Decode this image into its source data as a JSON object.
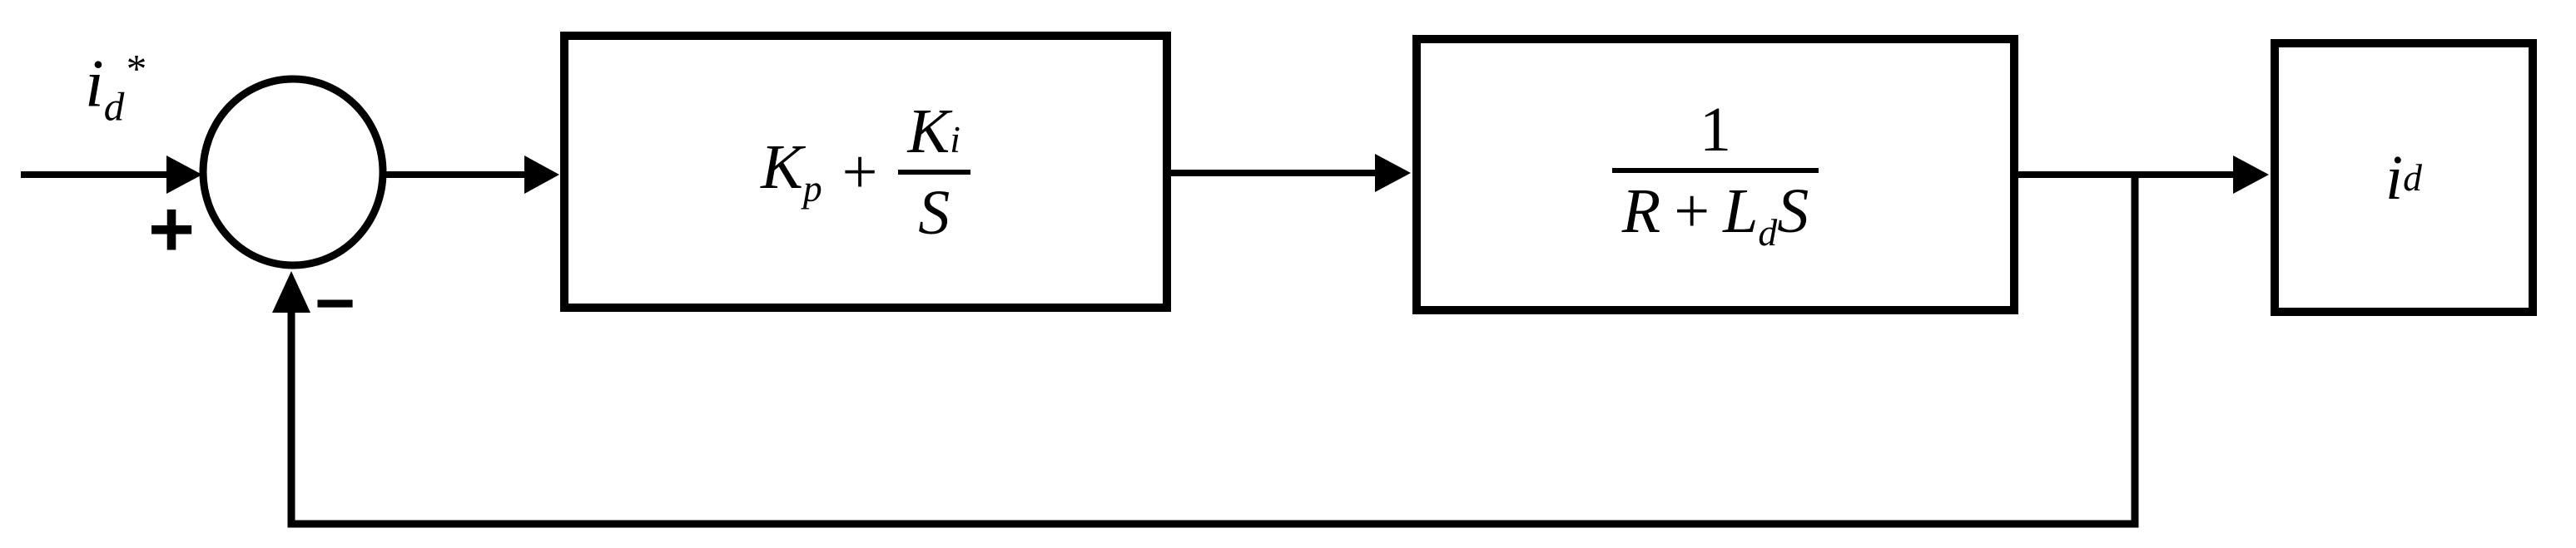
{
  "diagram_title": "current-control-loop-block-diagram",
  "colors": {
    "ink": "#000000",
    "background": "#ffffff"
  },
  "input_signal": {
    "base": "i",
    "sub": "d",
    "sup": "*"
  },
  "summing_junction": {
    "plus_sign": "+",
    "minus_sign": "−"
  },
  "pi_controller": {
    "kp_base": "K",
    "kp_sub": "p",
    "operator": "+",
    "ki_base": "K",
    "ki_sub": "i",
    "denominator": "S"
  },
  "plant": {
    "numerator": "1",
    "den_r": "R",
    "den_operator": "+",
    "den_l": "L",
    "den_sub": "d",
    "den_s": "S"
  },
  "output_signal": {
    "base": "i",
    "sub": "d"
  }
}
